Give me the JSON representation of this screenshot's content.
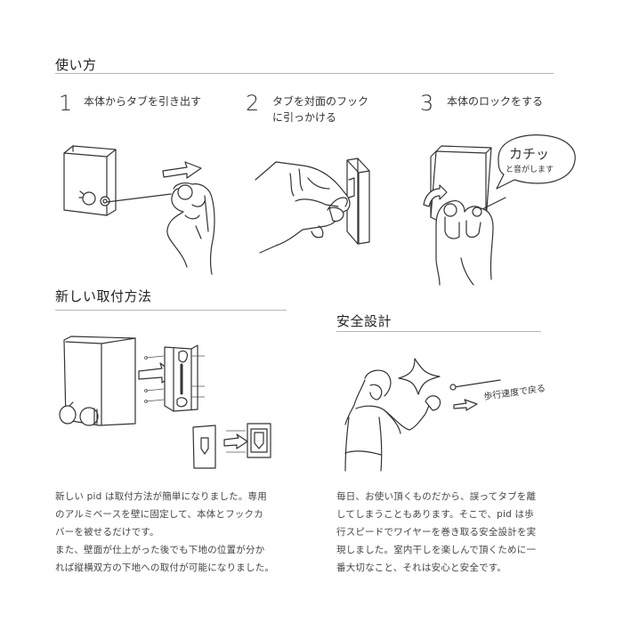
{
  "sections": {
    "usage": {
      "title": "使い方",
      "steps": [
        {
          "number": "1",
          "label_lines": [
            "本体からタブを引き出す"
          ]
        },
        {
          "number": "2",
          "label_lines": [
            "タブを対面のフック",
            "に引っかける"
          ]
        },
        {
          "number": "3",
          "label_lines": [
            "本体のロックをする"
          ]
        }
      ],
      "speech_bubble": {
        "main": "カチッ",
        "sub": "と音がします"
      }
    },
    "mounting": {
      "title": "新しい取付方法",
      "paragraph_lines": [
        "新しい pid は取付方法が簡単になりました。専用",
        "のアルミベースを壁に固定して、本体とフックカ",
        "バーを被せるだけです。",
        "また、壁面が仕上がった後でも下地の位置が分か",
        "れば縦横双方の下地への取付が可能になりました。"
      ]
    },
    "safety": {
      "title": "安全設計",
      "illustration_caption": "歩行速度で戻る",
      "paragraph_lines": [
        "毎日、お使い頂くものだから、誤ってタブを離",
        "してしまうこともあります。そこで、pid は歩",
        "行スピードでワイヤーを巻き取る安全設計を実",
        "現しました。室内干しを楽しんで頂くために一",
        "番大切なこと、それは安心と安全です。"
      ]
    }
  },
  "illustrations": {
    "step1": "pull-tab-from-unit",
    "step2": "hook-tab-on-opposite-hook",
    "step3": "lock-unit",
    "mounting": "aluminum-base-mounting",
    "safety": "wire-retracts-at-walking-speed"
  },
  "colors": {
    "text": "#333333",
    "rule": "#b5b5b5",
    "background": "#ffffff"
  }
}
